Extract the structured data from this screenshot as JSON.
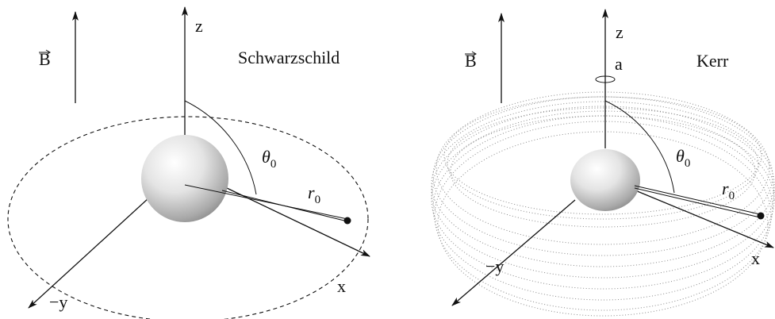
{
  "panels": [
    {
      "title": "Schwarzschild",
      "field_label": "B",
      "z_label": "z",
      "x_label": "x",
      "y_label": "−y",
      "theta_label": "θ",
      "theta_sub": "0",
      "r_label": "r",
      "r_sub": "0"
    },
    {
      "title": "Kerr",
      "field_label": "B",
      "z_label": "z",
      "x_label": "x",
      "y_label": "−y",
      "spin_label": "a",
      "theta_label": "θ",
      "theta_sub": "0",
      "r_label": "r",
      "r_sub": "0"
    }
  ]
}
